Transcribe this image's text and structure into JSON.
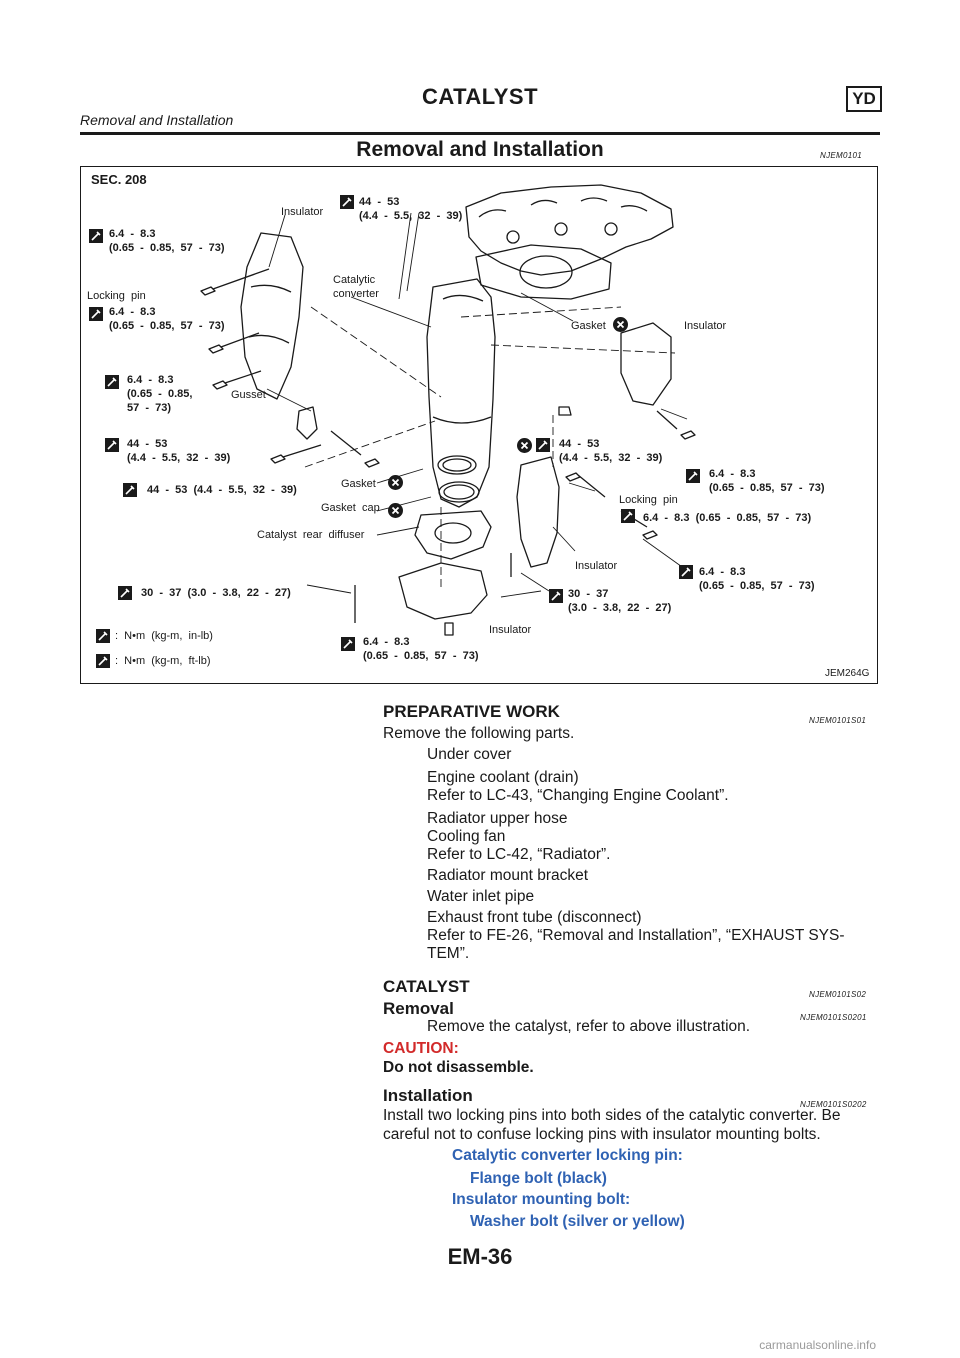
{
  "header": {
    "title": "CATALYST",
    "badge": "YD",
    "subtitle": "Removal and Installation"
  },
  "section": {
    "title": "Removal and Installation",
    "code": "NJEM0101"
  },
  "figure": {
    "sec": "SEC. 208",
    "id_label": "JEM264G",
    "labels": {
      "insulator_top": "Insulator",
      "spec_44_53_top": "44  -  53\n(4.4  -  5.5,  32  -  39)",
      "spec_64_a": "6.4  -  8.3\n(0.65  -  0.85,  57  -  73)",
      "locking_pin_left": "Locking  pin",
      "catalytic_converter": "Catalytic\nconverter",
      "spec_64_b": "6.4  -  8.3\n(0.65  -  0.85,  57  -  73)",
      "gasket_top": "Gasket",
      "insulator_right_top": "Insulator",
      "spec_64_c": "6.4  -  8.3\n(0.65  -  0.85,\n57  -  73)",
      "gusset": "Gusset",
      "spec_44_53_left": "44  -  53\n(4.4  -  5.5,  32  -  39)",
      "spec_44_53_mid": "44  -  53\n(4.4  -  5.5,  32  -  39)",
      "gasket_mid": "Gasket",
      "spec_64_d": "6.4  -  8.3\n(0.65  -  0.85,  57  -  73)",
      "spec_44_53_single": "44  -  53  (4.4  -  5.5,  32  -  39)",
      "gasket_cap": "Gasket  cap",
      "locking_pin_right": "Locking  pin",
      "spec_64_e": "6.4  -  8.3  (0.65  -  0.85,  57  -  73)",
      "catalyst_rear_diffuser": "Catalyst  rear  diffuser",
      "insulator_mid": "Insulator",
      "spec_64_f": "6.4  -  8.3\n(0.65  -  0.85,  57  -  73)",
      "spec_30_37_left": "30  -  37  (3.0  -  3.8,  22  -  27)",
      "spec_30_37_right": "30  -  37\n(3.0  -  3.8,  22  -  27)",
      "insulator_bottom": "Insulator",
      "spec_64_g": "6.4  -  8.3\n(0.65  -  0.85,  57  -  73)",
      "legend_inlb": ":  N•m  (kg-m,  in-lb)",
      "legend_ftlb": ":  N•m  (kg-m,  ft-lb)"
    }
  },
  "prep": {
    "heading": "PREPARATIVE WORK",
    "code": "NJEM0101S01",
    "intro": "Remove the following parts.",
    "items": [
      "Under cover",
      "Engine coolant (drain)\nRefer to LC-43, “Changing Engine Coolant”.",
      "Radiator upper hose",
      "Cooling fan\nRefer to LC-42, “Radiator”.",
      "Radiator mount bracket",
      "Water inlet pipe",
      "Exhaust front tube (disconnect)\nRefer to FE-26, “Removal and Installation”, “EXHAUST SYS-\nTEM”."
    ]
  },
  "catalyst": {
    "heading": "CATALYST",
    "code": "NJEM0101S02",
    "removal_heading": "Removal",
    "removal_code": "NJEM0101S0201",
    "removal_text": "Remove the catalyst, refer to above illustration.",
    "caution_label": "CAUTION:",
    "caution_text": "Do not disassemble.",
    "install_heading": "Installation",
    "install_code": "NJEM0101S0202",
    "install_text": "Install two locking pins into both sides of the catalytic converter. Be\ncareful not to confuse locking pins with insulator mounting bolts.",
    "spec1_label": "Catalytic converter locking pin:",
    "spec1_value": "Flange bolt (black)",
    "spec2_label": "Insulator mounting bolt:",
    "spec2_value": "Washer bolt (silver or yellow)"
  },
  "footer": {
    "page": "EM-36",
    "watermark": "carmanualsonline.info"
  },
  "colors": {
    "text": "#1a1a1a",
    "caution": "#d22a2a",
    "spec": "#2f62b3"
  }
}
